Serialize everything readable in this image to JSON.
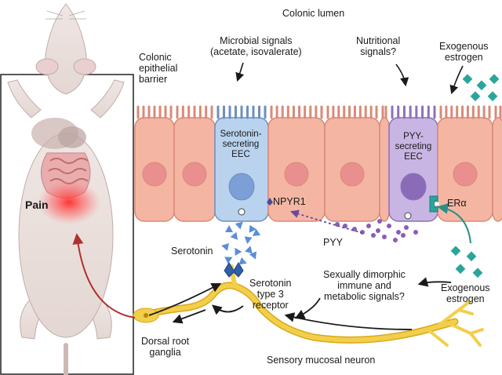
{
  "labels": {
    "colonic_lumen": "Colonic lumen",
    "barrier": [
      "Colonic",
      "epithelial",
      "barrier"
    ],
    "microbial": [
      "Microbial signals",
      "(acetate, isovalerate)"
    ],
    "nutritional": [
      "Nutritional",
      "signals?"
    ],
    "exogenous_estrogen_top": [
      "Exogenous",
      "estrogen"
    ],
    "serotonin_eec": [
      "Serotonin-",
      "secreting",
      "EEC"
    ],
    "pyy_eec": [
      "PYY-",
      "secreting",
      "EEC"
    ],
    "npyr1": "NPYR1",
    "er_alpha": "ERα",
    "pyy": "PYY",
    "serotonin": "Serotonin",
    "receptor": [
      "Serotonin",
      "type 3",
      "receptor"
    ],
    "dimorphic": [
      "Sexually dimorphic",
      "immune and",
      "metabolic signals?"
    ],
    "exogenous_estrogen_bottom": [
      "Exogenous",
      "estrogen"
    ],
    "drg": [
      "Dorsal root",
      "ganglia"
    ],
    "sensory_neuron": "Sensory mucosal neuron",
    "pain": "Pain"
  },
  "colors": {
    "epithelial_cell": "#f4b6a3",
    "epithelial_border": "#d98a78",
    "nucleus": "#e98f8f",
    "serotonin_cell": "#b9d3ee",
    "serotonin_nucleus": "#7b9fd6",
    "pyy_cell": "#c9b5e3",
    "pyy_nucleus": "#8b6bb8",
    "serotonin_triangles": "#5b8ed6",
    "pyy_dots": "#8a5db8",
    "estrogen": "#2aa59a",
    "neuron": "#f0c83a",
    "pain_arrow": "#b03030"
  }
}
